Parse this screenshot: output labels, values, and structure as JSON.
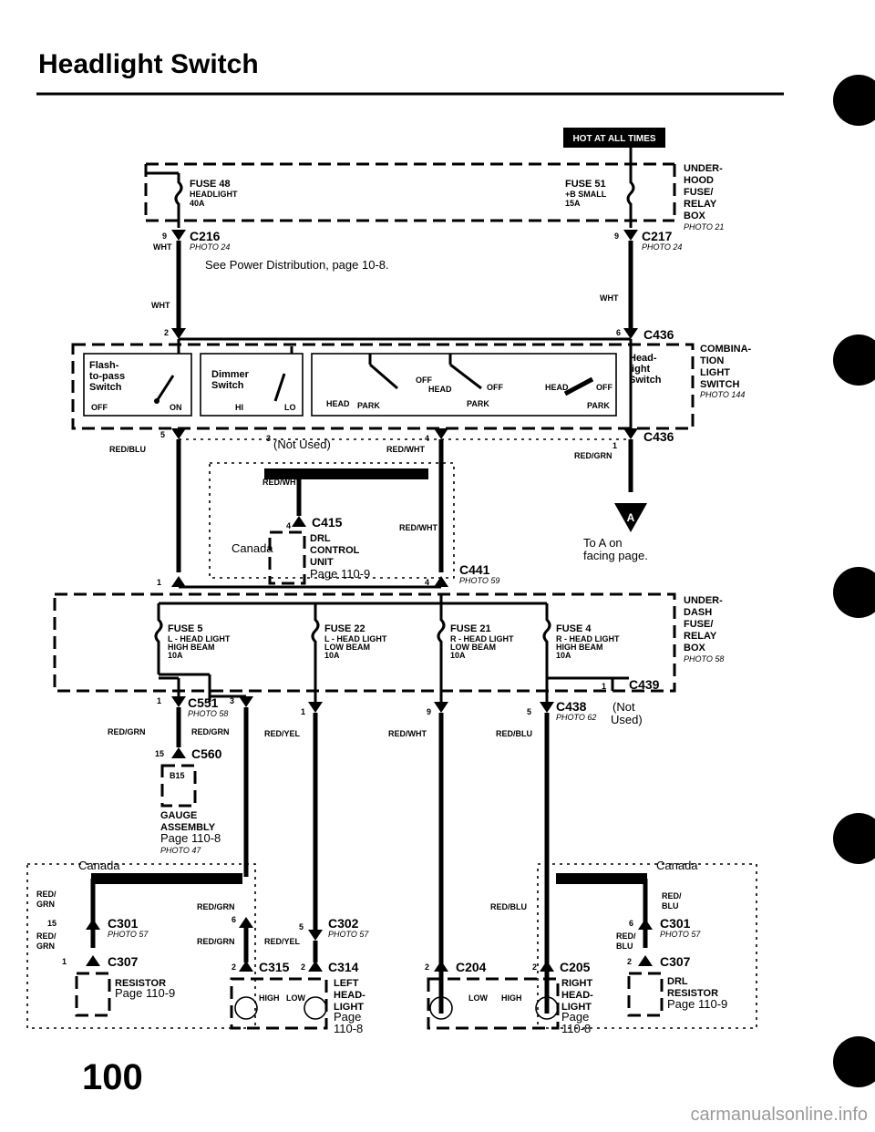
{
  "page": {
    "title": "Headlight Switch",
    "page_number": "100",
    "watermark": "carmanualsonline.info"
  },
  "hot_label": "HOT AT ALL TIMES",
  "under_hood_box": {
    "label": [
      "UNDER-",
      "HOOD",
      "FUSE/",
      "RELAY",
      "BOX"
    ],
    "photo": "PHOTO 21"
  },
  "fuse48": {
    "name": "FUSE 48",
    "desc": "HEADLIGHT",
    "amp": "40A"
  },
  "fuse51": {
    "name": "FUSE 51",
    "desc": "+B SMALL",
    "amp": "15A"
  },
  "c216": {
    "id": "C216",
    "photo": "PHOTO 24",
    "pin": "9",
    "wire": "WHT"
  },
  "c217": {
    "id": "C217",
    "photo": "PHOTO 24",
    "pin": "9",
    "wire": "WHT"
  },
  "power_note": "See Power Distribution, page 10-8.",
  "wht_left": "WHT",
  "c436": {
    "id": "C436",
    "pin_left": "2",
    "pin_right": "6"
  },
  "combination_switch": {
    "label": [
      "COMBINA-",
      "TION",
      "LIGHT",
      "SWITCH"
    ],
    "photo": "PHOTO 144"
  },
  "flash_to_pass": {
    "label": [
      "Flash-",
      "to-pass",
      "Switch"
    ],
    "off": "OFF",
    "on": "ON"
  },
  "dimmer": {
    "label": [
      "Dimmer",
      "Switch"
    ],
    "hi": "HI",
    "lo": "LO"
  },
  "headlight_switch": {
    "label": [
      "Head-",
      "light",
      "Switch"
    ],
    "off": "OFF",
    "head": "HEAD",
    "park": "PARK"
  },
  "c436_bottom": {
    "id": "C436",
    "pin5": "5",
    "pin3": "3",
    "not_used": "(Not Used)",
    "pin4": "4",
    "pin1": "1"
  },
  "wires": {
    "red_blu": "RED/BLU",
    "red_wht": "RED/WHT",
    "red_grn": "RED/GRN",
    "red_yel": "RED/YEL",
    "grn": "GRN",
    "blu": "BLU",
    "red": "RED/"
  },
  "canada": "Canada",
  "drl_unit": {
    "conn": "C415",
    "pin": "4",
    "label": [
      "DRL",
      "CONTROL",
      "UNIT"
    ],
    "page": "Page 110-9"
  },
  "to_a": [
    "To A on",
    "facing page."
  ],
  "a_marker": "A",
  "c441": {
    "id": "C441",
    "photo": "PHOTO 59",
    "pin_left": "1",
    "pin_right": "4"
  },
  "under_dash_box": {
    "label": [
      "UNDER-",
      "DASH",
      "FUSE/",
      "RELAY",
      "BOX"
    ],
    "photo": "PHOTO 58"
  },
  "fuse5": {
    "name": "FUSE 5",
    "desc": [
      "L - HEAD LIGHT",
      "HIGH BEAM"
    ],
    "amp": "10A"
  },
  "fuse22": {
    "name": "FUSE 22",
    "desc": [
      "L - HEAD LIGHT",
      "LOW BEAM"
    ],
    "amp": "10A"
  },
  "fuse21": {
    "name": "FUSE 21",
    "desc": [
      "R - HEAD LIGHT",
      "LOW BEAM"
    ],
    "amp": "10A"
  },
  "fuse4": {
    "name": "FUSE 4",
    "desc": [
      "R - HEAD LIGHT",
      "HIGH BEAM"
    ],
    "amp": "10A"
  },
  "c439": {
    "id": "C439",
    "pin": "1"
  },
  "c551": {
    "id": "C551",
    "photo": "PHOTO 58",
    "pin1": "1",
    "pin3": "3"
  },
  "c438": {
    "id": "C438",
    "photo": "PHOTO 62",
    "pin": "5",
    "not_used": [
      "(Not",
      "Used)"
    ]
  },
  "pins_mid": {
    "p1": "1",
    "p9": "9"
  },
  "c560": {
    "id": "C560",
    "pin": "15",
    "b15": "B15"
  },
  "gauge": {
    "label": [
      "GAUGE",
      "ASSEMBLY"
    ],
    "page": "Page 110-8",
    "photo": "PHOTO 47"
  },
  "c301_l": {
    "id": "C301",
    "photo": "PHOTO 57",
    "pin": "15"
  },
  "c307_l": {
    "id": "C307",
    "pin": "1"
  },
  "resistor_l": {
    "label": "RESISTOR",
    "page": "Page 110-9"
  },
  "c302": {
    "id": "C302",
    "photo": "PHOTO 57",
    "pin6": "6",
    "pin5": "5"
  },
  "c315": {
    "id": "C315",
    "pin": "2"
  },
  "c314": {
    "id": "C314",
    "pin": "2"
  },
  "left_headlight": {
    "label": [
      "LEFT",
      "HEAD-",
      "LIGHT"
    ],
    "page": [
      "Page",
      "110-8"
    ],
    "high": "HIGH",
    "low": "LOW"
  },
  "c204": {
    "id": "C204",
    "pin": "2"
  },
  "c205": {
    "id": "C205",
    "pin": "2"
  },
  "right_headlight": {
    "label": [
      "RIGHT",
      "HEAD-",
      "LIGHT"
    ],
    "page": [
      "Page",
      "110-8"
    ],
    "low": "LOW",
    "high": "HIGH"
  },
  "c301_r": {
    "id": "C301",
    "photo": "PHOTO 57",
    "pin": "6"
  },
  "c307_r": {
    "id": "C307",
    "pin": "2"
  },
  "drl_resistor": {
    "label": [
      "DRL",
      "RESISTOR"
    ],
    "page": "Page 110-9"
  }
}
